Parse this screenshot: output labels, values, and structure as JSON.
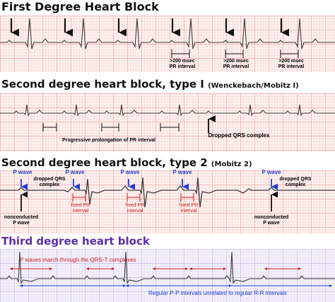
{
  "panels": {
    "first": {
      "title": "First Degree Heart Block",
      "interval_label_line1": ">200 msec",
      "interval_label_line2": "PR interval"
    },
    "second_type1": {
      "title": "Second degree heart block, type I",
      "subtitle": "(Wenckebach/Mobitz I)",
      "progressive_label": "Progressive prolongation of PR interval",
      "dropped_label": "Dropped QRS complex"
    },
    "second_type2": {
      "title": "Second degree heart block, type 2",
      "subtitle": "(Mobitz 2)",
      "p_wave_label": "P wave",
      "dropped_line1": "dropped QRS",
      "dropped_line2": "complex",
      "fixed_line1": "fixed PR",
      "fixed_line2": "interval",
      "nonconducted_line1": "nonconducted",
      "nonconducted_line2": "P wave"
    },
    "third": {
      "title": "Third degree heart block",
      "p_march_label": "P waves march through the QRS-T complexes",
      "regular_label": "Regular P-P intervals unrelated to regular R-R intervals"
    }
  },
  "colors": {
    "grid_fine": "#f2bcbc",
    "grid_bold": "#e58787",
    "strip_bg": "#fdf1ef",
    "strip4_bg": "#f3f0fb",
    "grid4_fine": "#d6cdec",
    "grid4_bold": "#b1a3d6",
    "trace": "#3a3a3a",
    "blue": "#1f3fd1",
    "red": "#d01c1c"
  }
}
